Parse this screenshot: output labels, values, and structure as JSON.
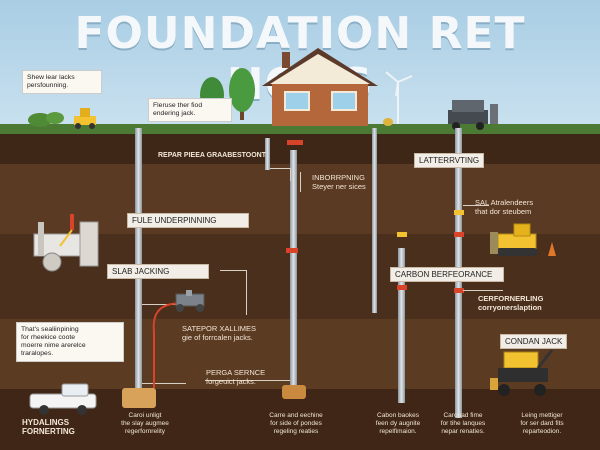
{
  "title": "FOUNDATION RET HODS",
  "callouts": {
    "top_left": "Shew lear lacks\npersfounning.",
    "top_mid": "Fleruse ther fiod\nendering jack.",
    "left_mid": "That's sealiinpining\nfor rheekice coote\nmoerre nime arerelce\ntraralopes.",
    "left_bottom": "HYDALINGS\nFORNERTING"
  },
  "labels": {
    "repair": "REPAR PIEEA GRAABESTOONT",
    "underpinning": "FULE UNDERPINNING",
    "slab": "SLAB JACKING",
    "carbon": "CARBON BERFEORANCE",
    "lattervt": "LATTERRVTING",
    "inborp": "INBORRPNING\nSteyer ner sices",
    "sal": "SAL Atralendeers\nthat dor steubem",
    "cerfor": "CERFORNERLING\ncorryonerslaption",
    "condan": "CONDAN JACK",
    "satep": "SATEPOR XALLIMES\ngie of forrcalen jacks.",
    "perga": "PERGA SERNCE\nforgeuict jacks."
  },
  "bottom_notes": [
    "Caroi unligt\nthe slay augmee\nregerfornrelity",
    "Carre and eechine\nfor side of pondes\nregeling reaties",
    "Cabon baokes\nfeen dy augnite\nrepelfimaion.",
    "Caronad fime\nfor tihe lanques\nnepar renaties.",
    "Leing mettiger\nfor ser dard fits\nreparteodion."
  ],
  "colors": {
    "sky": "#a9cde4",
    "soil_dark": "#3e2717",
    "soil_mid": "#5a3a22",
    "accent_red": "#d8432a",
    "accent_yellow": "#f2c230",
    "house_brick": "#b5673c",
    "roof": "#5c3a2a"
  },
  "icons": [
    "house-icon",
    "tree-icon",
    "windmill-icon",
    "excavator-icon",
    "truck-icon",
    "jack-machine-icon",
    "hydraulic-pump-icon",
    "bulldozer-icon",
    "cone-icon"
  ]
}
